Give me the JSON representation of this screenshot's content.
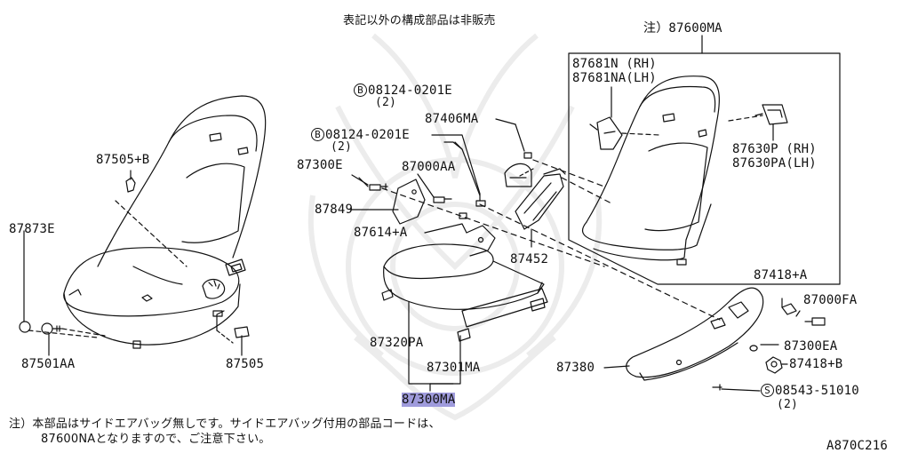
{
  "header": {
    "note_top": "表記以外の構成部品は非販売",
    "note_assy": "注）87600MA",
    "diagram_code": "A870C216"
  },
  "footnote": {
    "line1": "注）本部品はサイドエアバッグ無しです。サイドエアバッグ付用の部品コードは、",
    "line2": "87600NAとなりますので、ご注意下さい。"
  },
  "parts": {
    "p87505_b": "87505+B",
    "p87873e": "87873E",
    "p87501aa": "87501AA",
    "p87505": "87505",
    "bolt1_sym": "B",
    "bolt1_num": "08124-0201E",
    "bolt1_qty": "(2)",
    "bolt2_sym": "B",
    "bolt2_num": "08124-0201E",
    "bolt2_qty": "(2)",
    "p87406ma": "87406MA",
    "p87300e": "87300E",
    "p87000aa": "87000AA",
    "p87849": "87849",
    "p87614_a": "87614+A",
    "p87452": "87452",
    "p87320pa": "87320PA",
    "p87301ma": "87301MA",
    "p87300ma": "87300MA",
    "p87681n": "87681N (RH)",
    "p87681na": "87681NA(LH)",
    "p87630p": "87630P (RH)",
    "p87630pa": "87630PA(LH)",
    "p87418_a": "87418+A",
    "p87000fa": "87000FA",
    "p87300ea": "87300EA",
    "p87418_b": "87418+B",
    "p87380": "87380",
    "screw_sym": "S",
    "screw_num": "08543-51010",
    "screw_qty": "(2)"
  },
  "colors": {
    "line": "#111111",
    "highlight": "#9f9bdc",
    "watermark": "#ececec"
  }
}
